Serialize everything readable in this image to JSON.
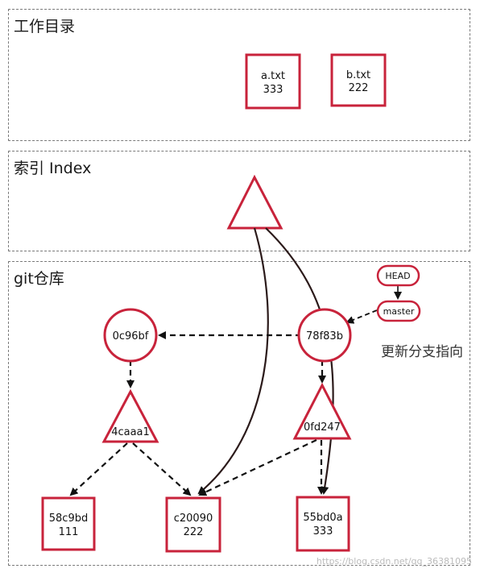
{
  "sections": {
    "working_dir": "工作目录",
    "index": "索引 Index",
    "repo": "git仓库"
  },
  "nodes": {
    "a_txt": {
      "name": "a.txt",
      "value": "333"
    },
    "b_txt": {
      "name": "b.txt",
      "value": "222"
    },
    "commit_0c96bf": "0c96bf",
    "commit_78f83b": "78f83b",
    "tree_4caaa1": "4caaa1",
    "tree_0fd247": "0fd247",
    "blob_58c9bd": {
      "name": "58c9bd",
      "value": "111"
    },
    "blob_c20090": {
      "name": "c20090",
      "value": "222"
    },
    "blob_55bd0a": {
      "name": "55bd0a",
      "value": "333"
    },
    "head": "HEAD",
    "master": "master"
  },
  "annotation": "更新分支指向",
  "watermark": "https://blog.csdn.net/qq_36381095"
}
